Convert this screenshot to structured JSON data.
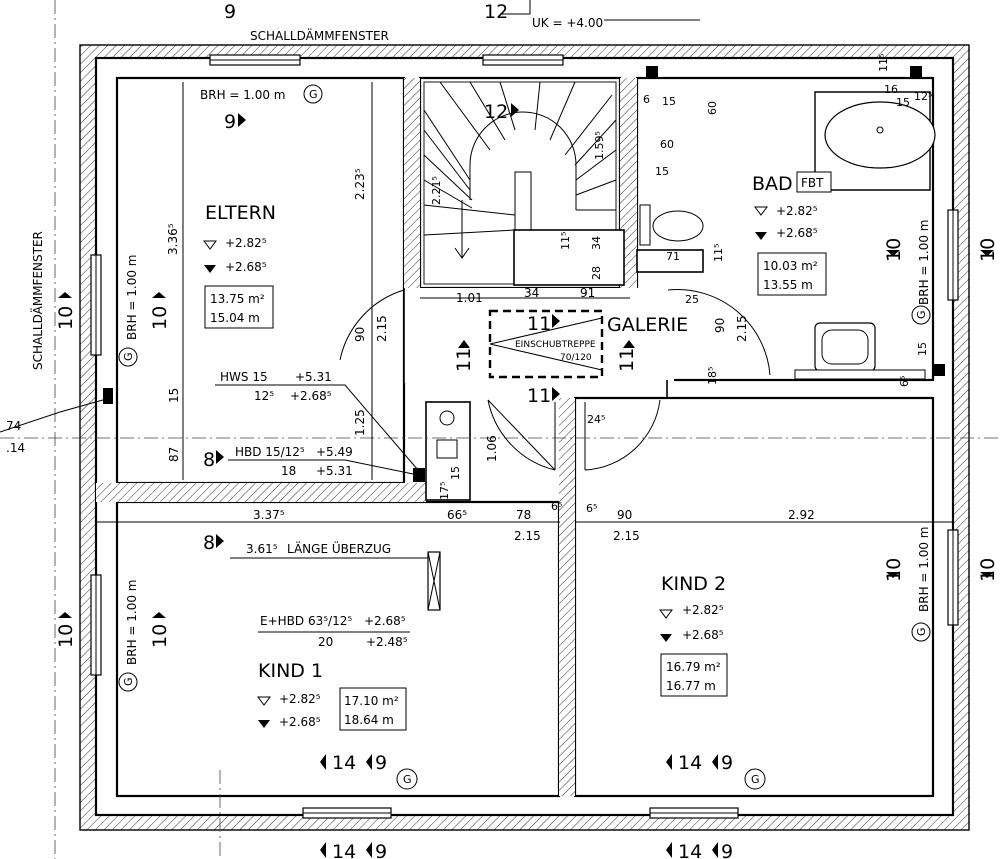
{
  "rooms": {
    "eltern": {
      "name": "ELTERN",
      "level_top": "+2.82⁵",
      "level_bottom": "+2.68⁵",
      "area": "13.75 m²",
      "perimeter": "15.04 m"
    },
    "bad": {
      "name": "BAD",
      "tag": "FBT",
      "level_top": "+2.82⁵",
      "level_bottom": "+2.68⁵",
      "area": "10.03 m²",
      "perimeter": "13.55 m"
    },
    "galerie": {
      "name": "GALERIE"
    },
    "kind1": {
      "name": "KIND 1",
      "level_top": "+2.82⁵",
      "level_bottom": "+2.68⁵",
      "area": "17.10 m²",
      "perimeter": "18.64 m"
    },
    "kind2": {
      "name": "KIND 2",
      "level_top": "+2.82⁵",
      "level_bottom": "+2.68⁵",
      "area": "16.79 m²",
      "perimeter": "16.77 m"
    }
  },
  "labels": {
    "schalldaemm_top": "SCHALLDÄMMFENSTER",
    "schalldaemm_left": "SCHALLDÄMMFENSTER",
    "uk": "UK = +4.00",
    "brh_top": "BRH = 1.00 m",
    "brh_left": "BRH = 1.00 m",
    "brh_kind1": "BRH = 1.00 m",
    "brh_bad": "BRH = 1.00 m",
    "brh_kind2": "BRH = 1.00 m",
    "g": "G",
    "einschub": "EINSCHUBTREPPE",
    "einschub_size": "70/120",
    "hws": "HWS 15",
    "hws_l1": "+5.31",
    "hws_l2a": "12⁵",
    "hws_l2b": "+2.68⁵",
    "hbd": "HBD 15/12⁵",
    "hbd_l1": "+5.49",
    "hbd_l2a": "18",
    "hbd_l2b": "+5.31",
    "ueberzug_len": "3.61⁵",
    "ueberzug": "LÄNGE ÜBERZUG",
    "ehbd": "E+HBD 63⁵/12⁵",
    "ehbd_l1": "+2.68⁵",
    "ehbd_l2a": "20",
    "ehbd_l2b": "+2.48⁵",
    "side_74": "74",
    "side_14": ".14"
  },
  "section_marks": {
    "s9": "9",
    "s10": "10",
    "s11": "11",
    "s12": "12",
    "s8": "8",
    "s14": "14"
  },
  "dims": {
    "d_223": "2.23⁵",
    "d_336": "3.36⁵",
    "d_221": "2.21⁵",
    "d_159": "1.59⁵",
    "d_101": "1.01",
    "d_34": "34",
    "d_91": "91",
    "d_90a": "90",
    "d_215a": "2.15",
    "d_15a": "15",
    "d_87": "87",
    "d_125": "1.25",
    "d_106": "1.06",
    "d_337": "3.37⁵",
    "d_665": "66⁵",
    "d_78": "78",
    "d_215b": "2.15",
    "d_65a": "6⁵",
    "d_65b": "6⁵",
    "d_90b": "90",
    "d_215c": "2.15",
    "d_292": "2.92",
    "d_245": "24⁵",
    "d_175": "17⁵",
    "d_15b": "15",
    "d_6": "6",
    "d_15c": "15",
    "d_60a": "60",
    "d_60b": "60",
    "d_15d": "15",
    "d_71": "71",
    "d_115a": "11⁵",
    "d_25": "25",
    "d_90c": "90",
    "d_215d": "2.15",
    "d_185": "18⁵",
    "d_15e": "15",
    "d_65c": "6⁵",
    "d_115b": "11⁵",
    "d_16": "16",
    "d_15f": "15",
    "d_125b": "12⁵",
    "d_115c": "11⁵",
    "d_34b": "34",
    "d_28": "28"
  }
}
